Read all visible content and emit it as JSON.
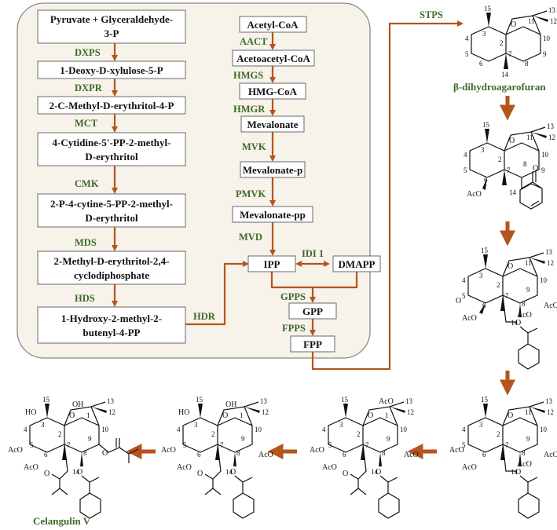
{
  "colors": {
    "arrow": "#b5541c",
    "enzyme": "#3b6b2a",
    "panel": "#f7f2ea",
    "panel_border": "#8a8a8a"
  },
  "mep": {
    "n1": [
      "Pyruvate + Glyceraldehyde-",
      "3-P"
    ],
    "e1": "DXPS",
    "n2": "1-Deoxy-D-xylulose-5-P",
    "e2": "DXPR",
    "n3": "2-C-Methyl-D-erythritol-4-P",
    "e3": "MCT",
    "n4": [
      "4-Cytidine-5'-PP-2-methyl-",
      "D-erythritol"
    ],
    "e4": "CMK",
    "n5": [
      "2-P-4-cytine-5-PP-2-methyl-",
      "D-erythritol"
    ],
    "e5": "MDS",
    "n6": [
      "2-Methyl-D-erythritol-2,4-",
      "cyclodiphosphate"
    ],
    "e6": "HDS",
    "n7": [
      "1-Hydroxy-2-methyl-2-",
      "butenyl-4-PP"
    ],
    "e7": "HDR"
  },
  "mva": {
    "n1": "Acetyl-CoA",
    "e1": "AACT",
    "n2": "Acetoacetyl-CoA",
    "e2": "HMGS",
    "n3": "HMG-CoA",
    "e3": "HMGR",
    "n4": "Mevalonate",
    "e4": "MVK",
    "n5": "Mevalonate-p",
    "e5": "PMVK",
    "n6": "Mevalonate-pp",
    "e6": "MVD"
  },
  "common": {
    "ipp": "IPP",
    "idi": "IDI 1",
    "dmapp": "DMAPP",
    "gpps": "GPPS",
    "gpp": "GPP",
    "fpps": "FPPS",
    "fpp": "FPP",
    "stps": "STPS"
  },
  "compounds": {
    "first": "β-dihydroagarofuran",
    "final": "Celangulin V"
  },
  "structure_labels": {
    "ring_numbers": [
      "1",
      "2",
      "3",
      "4",
      "5",
      "6",
      "7",
      "8",
      "9",
      "10",
      "11",
      "12",
      "13",
      "14",
      "15"
    ],
    "acetoxy": "AcO",
    "hydroxyl": "HO",
    "hydroxyl_r": "OH",
    "oxygen": "O"
  }
}
